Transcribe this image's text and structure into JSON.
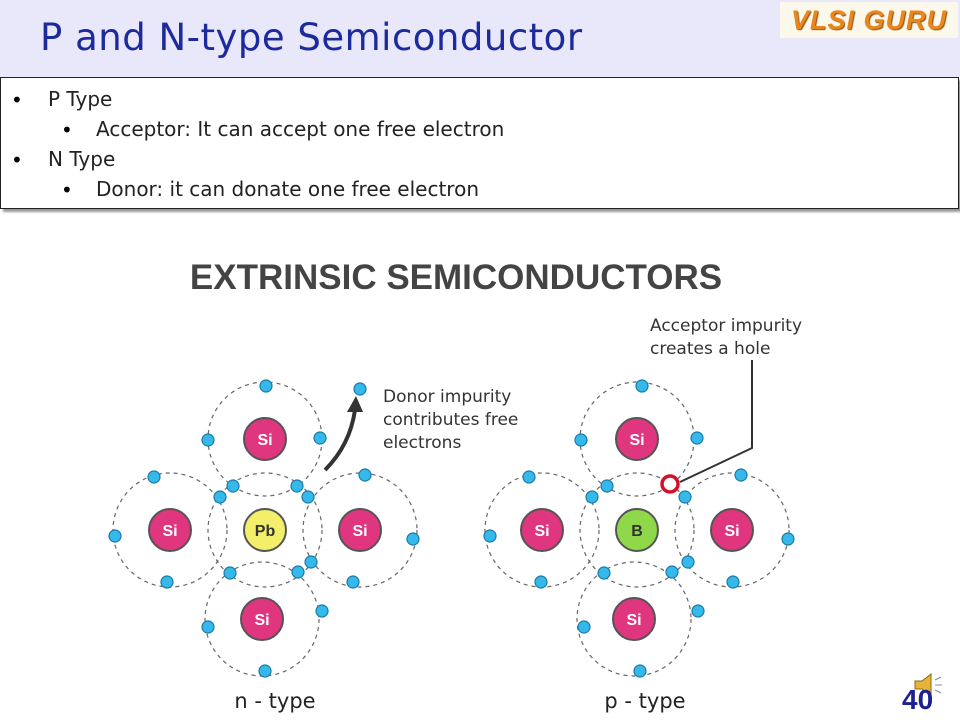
{
  "slide": {
    "title": "P and N-type Semiconductor",
    "logo_text": "VLSI GURU",
    "page_number": "40"
  },
  "bullets": [
    {
      "text": "P Type",
      "sub": "Acceptor: It can accept one free electron"
    },
    {
      "text": "N Type",
      "sub": "Donor: it can donate one free electron"
    }
  ],
  "diagram": {
    "heading": "EXTRINSIC SEMICONDUCTORS",
    "n_type": {
      "label": "n - type",
      "center": "Pb",
      "neighbors": "Si",
      "annotation": [
        "Donor impurity",
        "contributes free",
        "electrons"
      ]
    },
    "p_type": {
      "label": "p - type",
      "center": "B",
      "neighbors": "Si",
      "annotation": [
        "Acceptor impurity",
        "creates a hole"
      ]
    },
    "colors": {
      "si": "#e0357f",
      "pb": "#f3ef6a",
      "b": "#8fd84a",
      "electron": "#35b8ea",
      "hole": "#d4102a"
    }
  }
}
